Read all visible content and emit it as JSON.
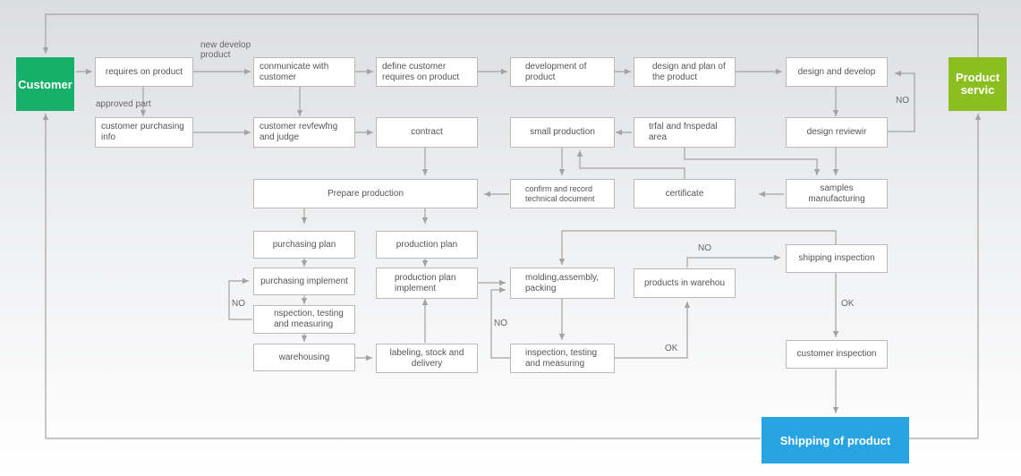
{
  "nodes": {
    "customer": "Customer",
    "product_service": "Product servic",
    "shipping_of_product": "Shipping of product",
    "requires_on_product": "requires on product",
    "communicate_with_customer": "conmunicate with customer",
    "define_customer_requires": "define customer requires on product",
    "development_of_product": "development of product",
    "design_and_plan": "design and plan of the product",
    "design_and_develop": "design and develop",
    "customer_purchasing_info": "customer purchasing info",
    "customer_review_and_judge": "customer revfewfng and judge",
    "contract": "contract",
    "small_production": "small production",
    "trial_area": "trfal and fnspedal area",
    "design_review": "design reviewir",
    "prepare_production": "Prepare production",
    "confirm_and_record": "confirm and record technical document",
    "certificate": "certificate",
    "samples_manufacturing": "samples manufacturing",
    "purchasing_plan": "purchasing plan",
    "production_plan": "production plan",
    "purchasing_implement": "purchasing implement",
    "production_plan_implement": "production plan implement",
    "molding_assembly_packing": "molding,assembly, packing",
    "products_in_warehouse": "products in warehou",
    "shipping_inspection": "shipping inspection",
    "inspection_testing_measuring_1": "nspection, testing and measuring",
    "warehousing": "warehousing",
    "labeling_stock_delivery": "labeling, stock and delivery",
    "inspection_testing_measuring_2": "inspection, testing and measuring",
    "customer_inspection": "customer inspection"
  },
  "labels": {
    "new_develop_product": "new develop product",
    "approved_part": "approved part",
    "no_design": "NO",
    "no_purchasing": "NO",
    "no_molding": "NO",
    "no_warehouse": "NO",
    "ok_inspection": "OK",
    "ok_shipping": "OK"
  },
  "colors": {
    "customer": "#16b06a",
    "product_service": "#8bbf1f",
    "shipping": "#27a4e1",
    "line": "#a3a3a3"
  }
}
